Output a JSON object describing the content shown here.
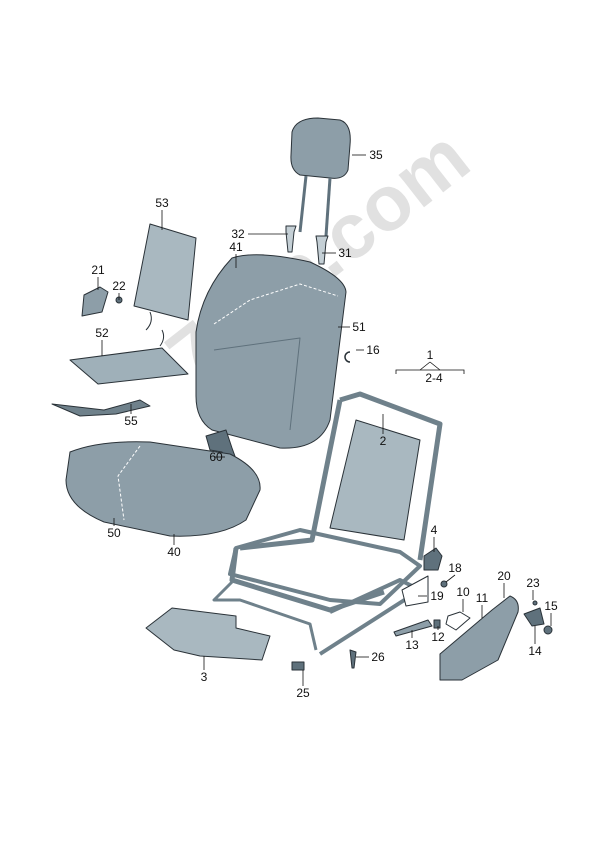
{
  "diagram": {
    "watermark": "7zap.com",
    "colors": {
      "part_fill": "#8d9ea8",
      "part_dark": "#5f717c",
      "part_light": "#c4cfd5",
      "outline": "#2a3238"
    },
    "callouts": [
      {
        "id": "35",
        "part": "headrest"
      },
      {
        "id": "53",
        "part": "backrest-panel"
      },
      {
        "id": "41",
        "part": "backrest-padding"
      },
      {
        "id": "32",
        "part": "headrest-guide-left"
      },
      {
        "id": "31",
        "part": "headrest-guide-right"
      },
      {
        "id": "21",
        "part": "heater-element-connector"
      },
      {
        "id": "22",
        "part": "screw-small"
      },
      {
        "id": "51",
        "part": "backrest-cover"
      },
      {
        "id": "52",
        "part": "seat-heating-mat"
      },
      {
        "id": "16",
        "part": "clip"
      },
      {
        "id": "1",
        "part": "seat-frame"
      },
      {
        "id": "2-4",
        "part": "seat-frame-range"
      },
      {
        "id": "55",
        "part": "wiring-harness"
      },
      {
        "id": "2",
        "part": "backrest-frame"
      },
      {
        "id": "60",
        "part": "belt-buckle"
      },
      {
        "id": "50",
        "part": "seat-cushion-cover"
      },
      {
        "id": "40",
        "part": "seat-cushion-padding"
      },
      {
        "id": "4",
        "part": "adjuster-motor"
      },
      {
        "id": "18",
        "part": "screw"
      },
      {
        "id": "19",
        "part": "bracket"
      },
      {
        "id": "20",
        "part": "side-trim"
      },
      {
        "id": "23",
        "part": "spring"
      },
      {
        "id": "10",
        "part": "lever-bracket"
      },
      {
        "id": "11",
        "part": "bolt"
      },
      {
        "id": "15",
        "part": "cap"
      },
      {
        "id": "12",
        "part": "clip-nut"
      },
      {
        "id": "13",
        "part": "trim-strip"
      },
      {
        "id": "14",
        "part": "handle"
      },
      {
        "id": "3",
        "part": "seat-base-mat"
      },
      {
        "id": "26",
        "part": "bolt-long"
      },
      {
        "id": "25",
        "part": "fastener"
      }
    ]
  }
}
